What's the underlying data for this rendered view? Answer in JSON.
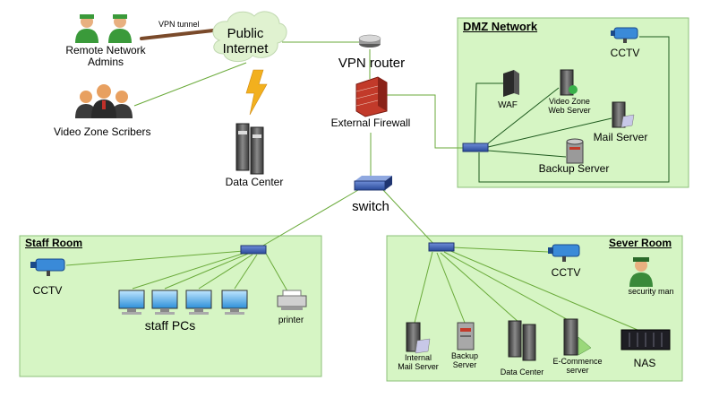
{
  "zones": {
    "dmz": "DMZ Network",
    "staff": "Staff Room",
    "server": "Sever Room"
  },
  "labels": {
    "remote_admins": [
      "Remote Network",
      "Admins"
    ],
    "vpn_tunnel": "VPN tunnel",
    "public_internet": [
      "Public",
      "Internet"
    ],
    "video_scribers": "Video Zone Scribers",
    "data_center_top": "Data Center",
    "vpn_router": "VPN router",
    "external_firewall": "External Firewall",
    "switch": "switch",
    "dmz_cctv": "CCTV",
    "waf": "WAF",
    "video_web_server": [
      "Video Zone",
      "Web Server"
    ],
    "mail_server": "Mail Server",
    "backup_server": "Backup Server",
    "staff_cctv": "CCTV",
    "staff_pcs": "staff PCs",
    "printer": "printer",
    "server_cctv": "CCTV",
    "security_man": "security man",
    "internal_mail": [
      "Internal",
      "Mail Server"
    ],
    "backup_small": [
      "Backup",
      "Server"
    ],
    "data_center_bottom": "Data Center",
    "ecommerce": [
      "E-Commence",
      "server"
    ],
    "nas": "NAS"
  },
  "colors": {
    "zone_fill": "#d6f5c4",
    "zone_border": "#8cc07a",
    "link": "#6aaa3a",
    "dmz_link": "#1e5a1e",
    "switch": "#3a5aa8",
    "firewall": "#c23a2a",
    "tunnel": "#7a4a2a",
    "cloud": "#e0f2d0",
    "lightning": "#f2b01e"
  }
}
